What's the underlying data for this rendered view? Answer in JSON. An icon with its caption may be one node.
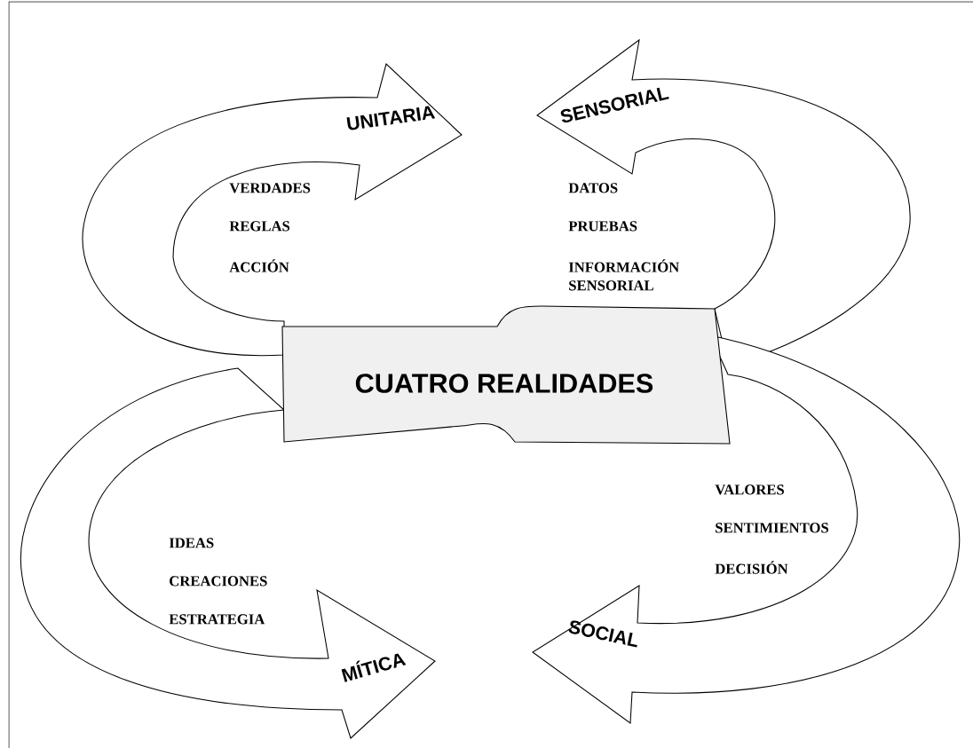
{
  "diagram": {
    "nodes": [
      {
        "text": [
          "CUATRO REALIDADES"
        ]
      },
      {
        "text": [
          "UNITARIA"
        ],
        "beside": [
          "VERDADES",
          "REGLAS",
          "ACCIÓN"
        ]
      },
      {
        "text": [
          "SENSORIAL"
        ],
        "beside": [
          "DATOS",
          "PRUEBAS",
          "INFORMACIÓN SENSORIAL"
        ]
      },
      {
        "text": [
          "SOCIAL"
        ],
        "beside": [
          "VALORES",
          "SENTIMIENTOS",
          "DECISIÓN"
        ]
      },
      {
        "text": [
          "MÍTICA"
        ],
        "beside": [
          "IDEAS",
          "CREACIONES",
          "ESTRATEGIA"
        ]
      }
    ]
  }
}
